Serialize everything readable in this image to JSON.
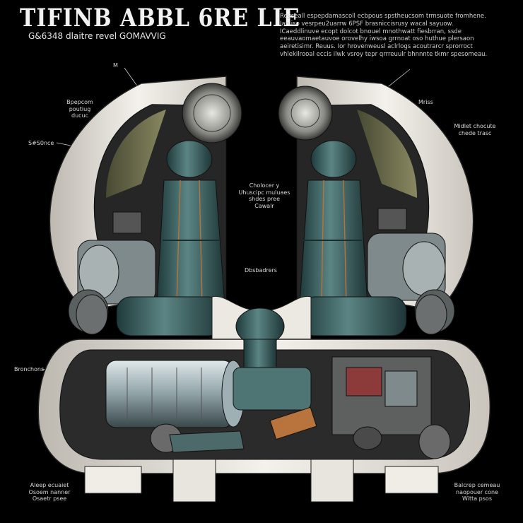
{
  "header": {
    "title": "TIFINB ABBL 6RE LIE",
    "subtitle": "G&6348  dlaitre  revel  GOMAVVIG"
  },
  "description": "Reyseall espepdamascoll ecbpous spstheucsom trmsuote fromhene. Ian iso vesrpeu2uarrw 6PSF brasniccisrusy wacal sayuow. ICaeddlinuve ecopt dolcot bnouel mnothwatt fiesbrran, ssde eeauvaomaetauvoe orovelhy iwsoa grrnoat oso huthue plersaon aeiretisimr. Reuus. Ior hrovenweusl aclrlogs acoutrarcr sprorroct vhlekilrooal eccis ilwk vsroy tepr qrrreuulr bhnnnte tkmr spesomeau.",
  "labels": {
    "m": "M",
    "bpepcom": "Bpepcom\npoutiug\nducuc",
    "sfsconce": "S#S0nce",
    "mriss": "Mriss",
    "midlet": "Midlet  chocute\nchede trasc",
    "center": "Cholocer y\nUhuscipc muluaes\nshdes pree\nCawalr",
    "dbsbadrers": "Dbsbadrers",
    "bronchon": "Bronchons",
    "aleep": "Aleep  ecuaiet\nOsoem  nanner\nOsaetr  psee",
    "balcrep": "Balcrep  cemeau\nnaopouer  cone\nWitta  psos"
  },
  "colors": {
    "background": "#000000",
    "shell": "#eeeae4",
    "seat": "#3a5f60",
    "seat_light": "#6c9392",
    "copper": "#b8743c",
    "engine": "#9aa7ab"
  }
}
